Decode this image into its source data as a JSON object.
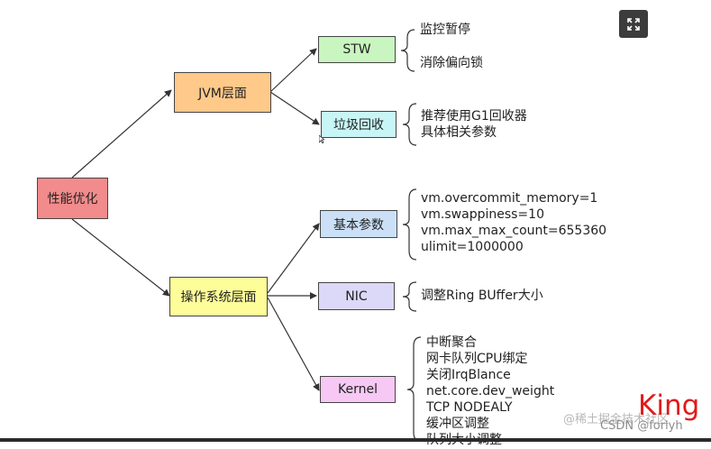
{
  "diagram": {
    "root": {
      "label": "性能优化",
      "color": "#f28b8b"
    },
    "branches": [
      {
        "label": "JVM层面",
        "color": "#ffc98a"
      },
      {
        "label": "操作系统层面",
        "color": "#fdfd9a"
      }
    ],
    "topics": [
      {
        "label": "STW",
        "color": "#c9f5c0",
        "items": [
          "监控暂停",
          "消除偏向锁"
        ]
      },
      {
        "label": "垃圾回收",
        "color": "#c8f6f6",
        "items": [
          "推荐使用G1回收器",
          "具体相关参数"
        ]
      },
      {
        "label": "基本参数",
        "color": "#cbe0f7",
        "items": [
          "vm.overcommit_memory=1",
          "vm.swappiness=10",
          "vm.max_max_count=655360",
          "ulimit=1000000"
        ]
      },
      {
        "label": "NIC",
        "color": "#dcd8f7",
        "items": [
          "调整Ring BUffer大小"
        ]
      },
      {
        "label": "Kernel",
        "color": "#f7c8f4",
        "items": [
          "中断聚合",
          "网卡队列CPU绑定",
          "关闭IrqBlance",
          "net.core.dev_weight",
          "TCP NODEALY",
          "缓冲区调整",
          "队列大小调整"
        ]
      }
    ]
  },
  "toolbar": {
    "expand_icon": "expand-arrows-icon"
  },
  "watermarks": {
    "brand": "King",
    "juejin": "@稀土掘金技术社区",
    "csdn": "CSDN @forlyh"
  }
}
